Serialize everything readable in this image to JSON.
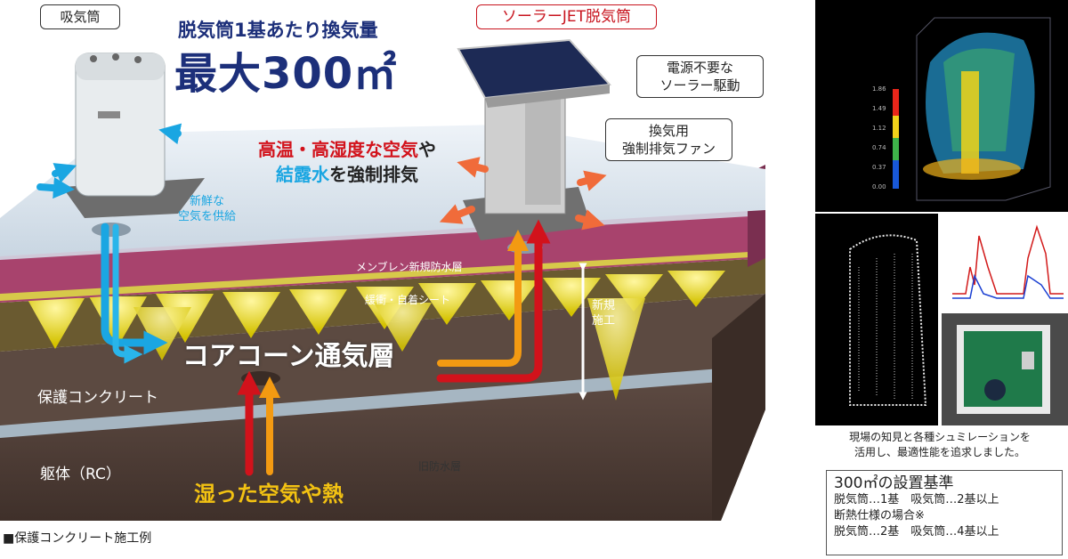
{
  "labels": {
    "intake_callout": "吸気筒",
    "solar_callout": "ソーラーJET脱気筒",
    "headline_top": "脱気筒1基あたり換気量",
    "headline_big": "最大300㎡",
    "power_note": [
      "電源不要な",
      "ソーラー駆動"
    ],
    "fan_note": [
      "換気用",
      "強制排気ファン"
    ],
    "hot_air_line1_a": "高温・高湿度な空気",
    "hot_air_line1_b": "や",
    "hot_air_line2_a": "結露水",
    "hot_air_line2_b": "を強制排気",
    "fresh_air": [
      "新鮮な",
      "空気を供給"
    ],
    "membrane_layer": "メンブレン新規防水層",
    "cushion_layer": "緩衝・自着シート",
    "new_construction": [
      "新規",
      "施工"
    ],
    "core_cone_layer": "コアコーン通気層",
    "protect_concrete": "保護コンクリート",
    "old_waterproof": "旧防水層",
    "body_rc": "躯体（RC）",
    "humid_heat": "湿った空気や熱",
    "figure_caption": "■保護コンクリート施工例"
  },
  "side_panel": {
    "caption": [
      "現場の知見と各種シュミレーションを",
      "活用し、最適性能を追求しました。"
    ],
    "colorbar_ticks": [
      "1.86",
      "1.49",
      "1.12",
      "0.74",
      "0.37",
      "0.00"
    ],
    "spec_title": "300㎡の設置基準",
    "spec_rows": [
      "脱気筒…1基　吸気筒…2基以上",
      "断熱仕様の場合※",
      "脱気筒…2基　吸気筒…4基以上"
    ]
  },
  "colors": {
    "red": "#d2121b",
    "blue": "#1aa6e2",
    "navy": "#1c2f7a",
    "orange": "#f39a12",
    "membrane": "#a8436d",
    "cone": "#e8d80a",
    "concrete": "#5c4a41",
    "old_layer": "#a6b6c2"
  }
}
